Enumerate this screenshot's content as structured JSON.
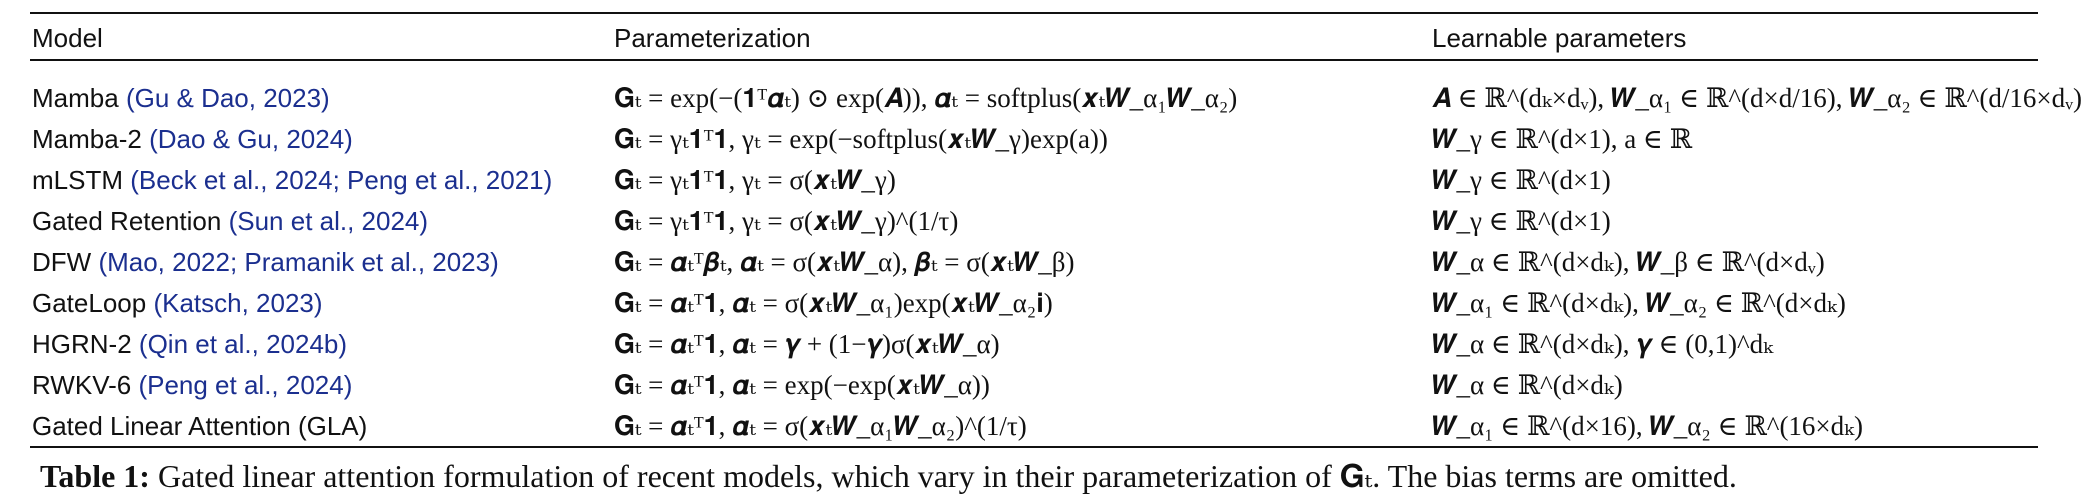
{
  "table": {
    "headers": {
      "model": "Model",
      "parameterization": "Parameterization",
      "learnable": "Learnable parameters"
    },
    "rows": [
      {
        "model": "Mamba",
        "citation": "(Gu & Dao, 2023)",
        "parameterization": "𝐆ₜ = exp(−(𝟏ᵀ𝜶ₜ) ⊙ exp(𝑨)),    𝜶ₜ = softplus(𝒙ₜ𝑾_α₁𝑾_α₂)",
        "learnable": "𝑨 ∈ ℝ^(dₖ×dᵥ),    𝑾_α₁ ∈ ℝ^(d×d/16),    𝑾_α₂ ∈ ℝ^(d/16×dᵥ)"
      },
      {
        "model": "Mamba-2",
        "citation": "(Dao & Gu, 2024)",
        "parameterization": "𝐆ₜ = γₜ𝟏ᵀ𝟏,    γₜ = exp(−softplus(𝒙ₜ𝑾_γ)exp(a))",
        "learnable": "𝑾_γ ∈ ℝ^(d×1),    a ∈ ℝ"
      },
      {
        "model": "mLSTM",
        "citation": "(Beck et al., 2024; Peng et al., 2021)",
        "parameterization": "𝐆ₜ = γₜ𝟏ᵀ𝟏,    γₜ = σ(𝒙ₜ𝑾_γ)",
        "learnable": "𝑾_γ ∈ ℝ^(d×1)"
      },
      {
        "model": "Gated Retention",
        "citation": "(Sun et al., 2024)",
        "parameterization": "𝐆ₜ = γₜ𝟏ᵀ𝟏,    γₜ = σ(𝒙ₜ𝑾_γ)^(1/τ)",
        "learnable": "𝑾_γ ∈ ℝ^(d×1)"
      },
      {
        "model": "DFW",
        "citation": "(Mao, 2022; Pramanik et al., 2023)",
        "parameterization": "𝐆ₜ = 𝜶ₜᵀ𝜷ₜ,    𝜶ₜ = σ(𝒙ₜ𝑾_α),    𝜷ₜ = σ(𝒙ₜ𝑾_β)",
        "learnable": "𝑾_α ∈ ℝ^(d×dₖ),    𝑾_β ∈ ℝ^(d×dᵥ)"
      },
      {
        "model": "GateLoop",
        "citation": "(Katsch, 2023)",
        "parameterization": "𝐆ₜ = 𝜶ₜᵀ𝟏,    𝜶ₜ = σ(𝒙ₜ𝑾_α₁)exp(𝒙ₜ𝑾_α₂𝐢)",
        "learnable": "𝑾_α₁ ∈ ℝ^(d×dₖ),    𝑾_α₂ ∈ ℝ^(d×dₖ)"
      },
      {
        "model": "HGRN-2",
        "citation": "(Qin et al., 2024b)",
        "parameterization": "𝐆ₜ = 𝜶ₜᵀ𝟏,    𝜶ₜ = 𝜸 + (1−𝜸)σ(𝒙ₜ𝑾_α)",
        "learnable": "𝑾_α ∈ ℝ^(d×dₖ),    𝜸 ∈ (0,1)^dₖ"
      },
      {
        "model": "RWKV-6",
        "citation": "(Peng et al., 2024)",
        "parameterization": "𝐆ₜ = 𝜶ₜᵀ𝟏,    𝜶ₜ = exp(−exp(𝒙ₜ𝑾_α))",
        "learnable": "𝑾_α ∈ ℝ^(d×dₖ)"
      },
      {
        "model": "Gated Linear Attention (GLA)",
        "citation": "",
        "parameterization": "𝐆ₜ = 𝜶ₜᵀ𝟏,    𝜶ₜ = σ(𝒙ₜ𝑾_α₁𝑾_α₂)^(1/τ)",
        "learnable": "𝑾_α₁ ∈ ℝ^(d×16),    𝑾_α₂ ∈ ℝ^(16×dₖ)"
      }
    ]
  },
  "caption": {
    "label": "Table 1:",
    "text": "Gated linear attention formulation of recent models, which vary in their parameterization of 𝐆ₜ. The bias terms are omitted."
  },
  "colors": {
    "citation": "#1b2f8f",
    "text": "#111111"
  }
}
